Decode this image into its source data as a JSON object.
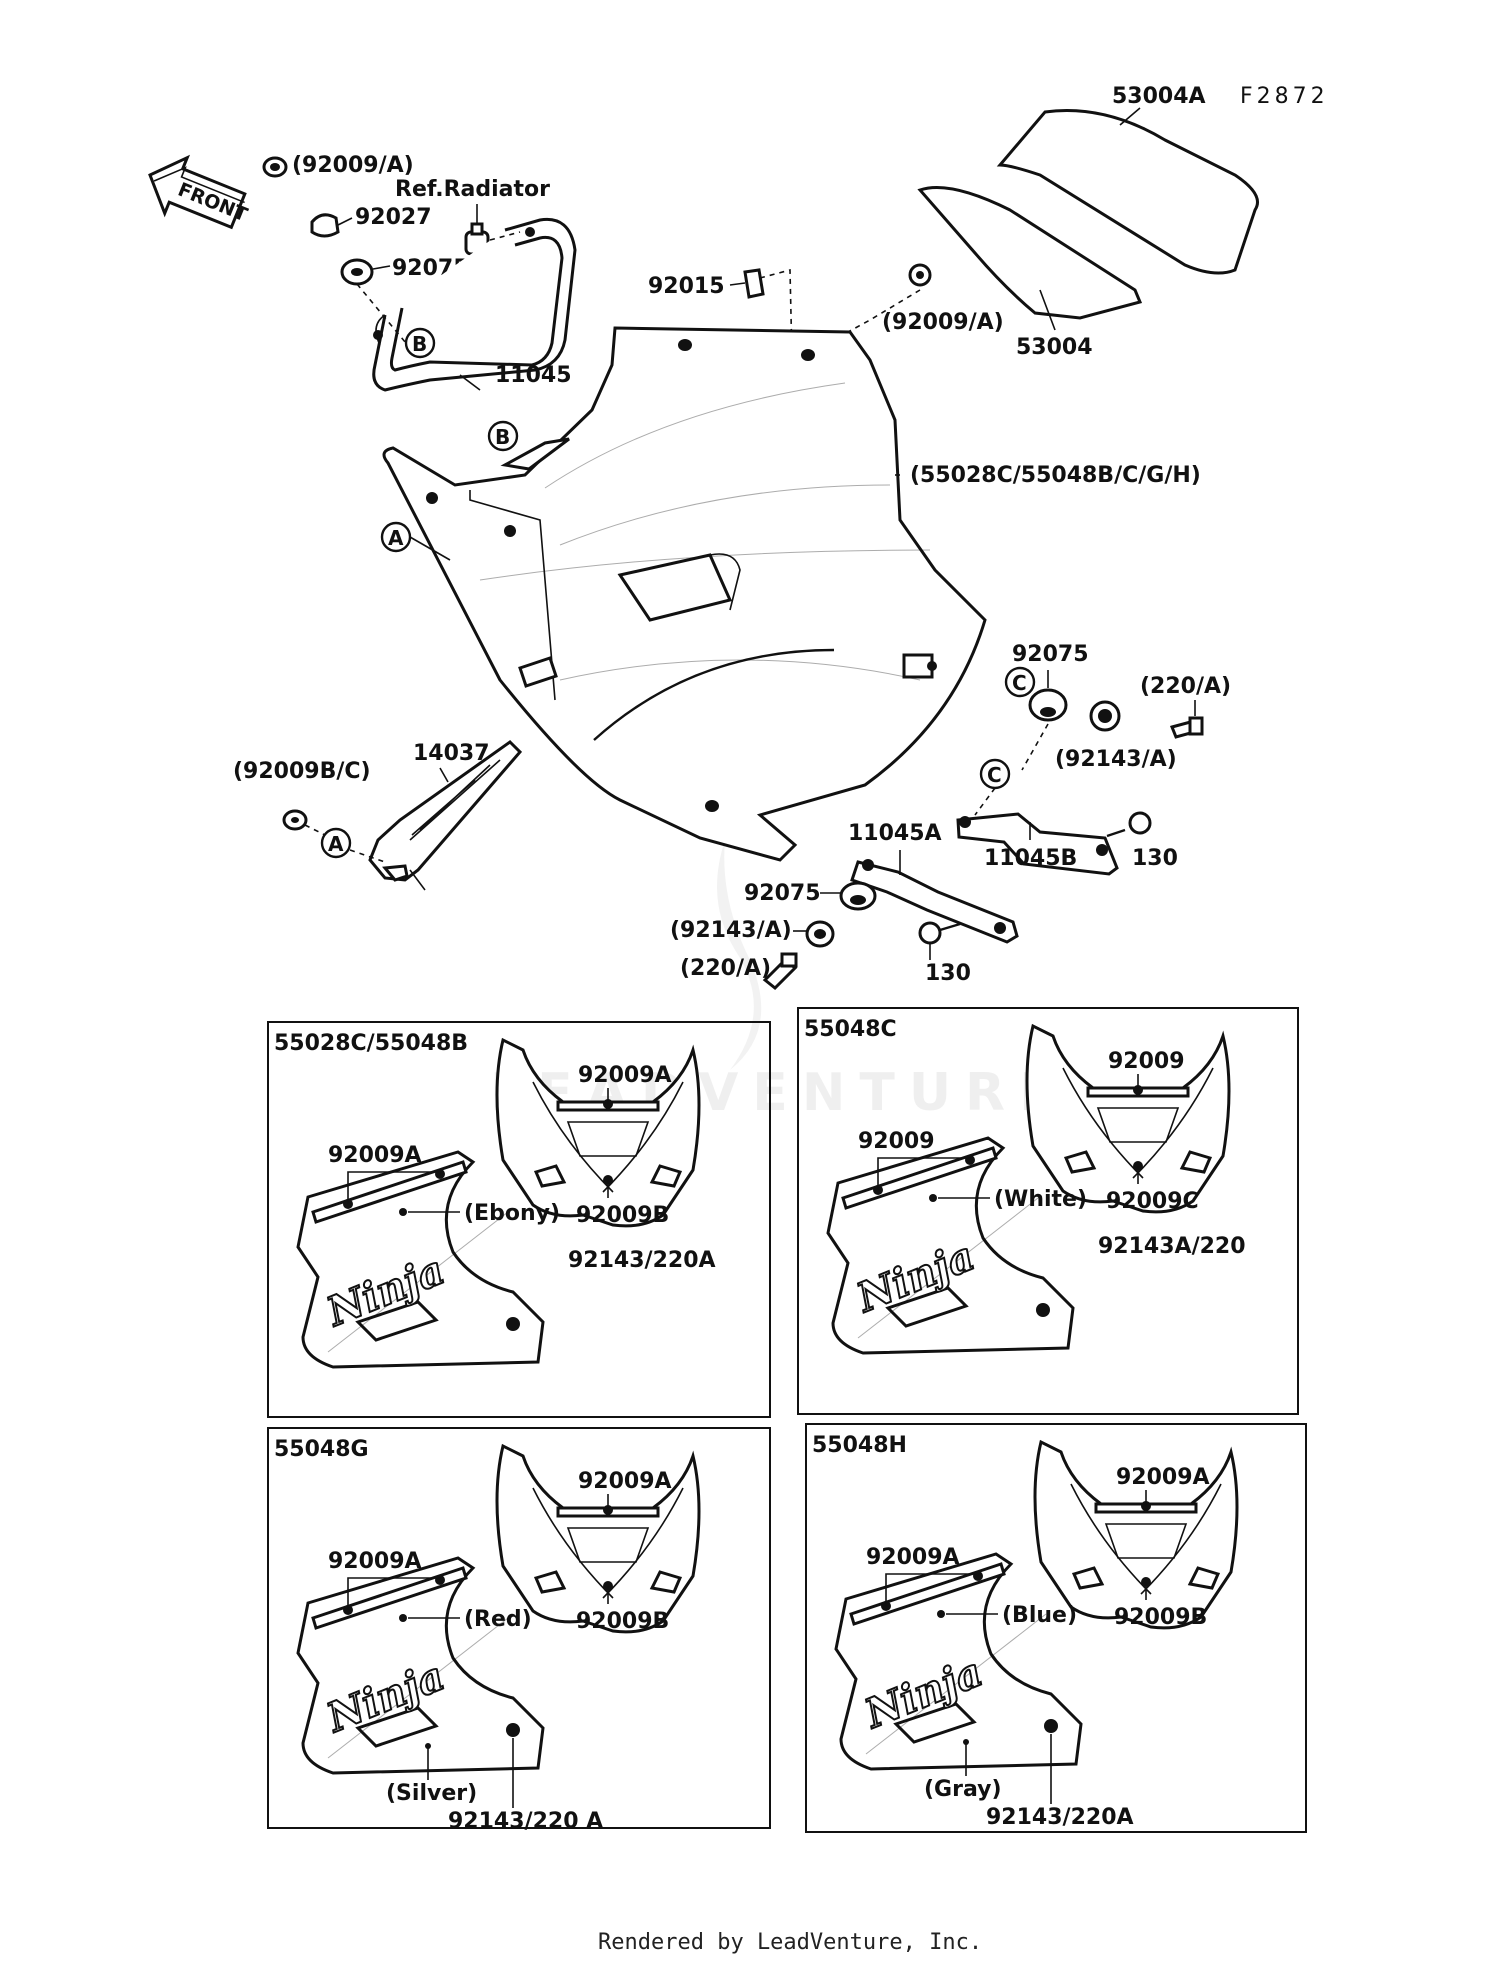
{
  "figure_code": "F2872",
  "front_arrow_label": "FRONT",
  "watermark": "LEADVENTURE",
  "footer": "Rendered by LeadVenture, Inc.",
  "callouts": {
    "c92009A_top": "(92009/A)",
    "refradiator": "Ref.Radiator",
    "c92027": "92027",
    "c92075_top": "92075",
    "c11045": "11045",
    "c92015": "92015",
    "c92009A_mid": "(92009/A)",
    "c53004A": "53004A",
    "c53004": "53004",
    "c55028": "(55028C/55048B/C/G/H)",
    "c92075_right": "92075",
    "c220A_right": "(220/A)",
    "c92143A_right": "(92143/A)",
    "c11045A": "11045A",
    "c11045B": "11045B",
    "c130_right": "130",
    "c92075_low": "92075",
    "c92143A_low": "(92143/A)",
    "c130_low": "130",
    "c220A_low": "(220/A)",
    "c92009BC": "(92009B/C)",
    "c14037": "14037"
  },
  "circle_markers": {
    "A": "A",
    "B": "B",
    "C": "C"
  },
  "panels": [
    {
      "header": "55028C/55048B",
      "top_label": "92009A",
      "side_label": "92009A",
      "color": "(Ebony)",
      "bottom_label": "92009B",
      "bolt_label": "92143/220A",
      "logo": "Ninja",
      "extra_color": "",
      "extra_bolt": ""
    },
    {
      "header": "55048C",
      "top_label": "92009",
      "side_label": "92009",
      "color": "(White)",
      "bottom_label": "92009C",
      "bolt_label": "92143A/220",
      "logo": "Ninja",
      "extra_color": "",
      "extra_bolt": ""
    },
    {
      "header": "55048G",
      "top_label": "92009A",
      "side_label": "92009A",
      "color": "(Red)",
      "bottom_label": "92009B",
      "bolt_label": "",
      "logo": "Ninja",
      "extra_color": "(Silver)",
      "extra_bolt": "92143/220 A"
    },
    {
      "header": "55048H",
      "top_label": "92009A",
      "side_label": "92009A",
      "color": "(Blue)",
      "bottom_label": "92009B",
      "bolt_label": "",
      "logo": "Ninja",
      "extra_color": "(Gray)",
      "extra_bolt": "92143/220A"
    }
  ]
}
